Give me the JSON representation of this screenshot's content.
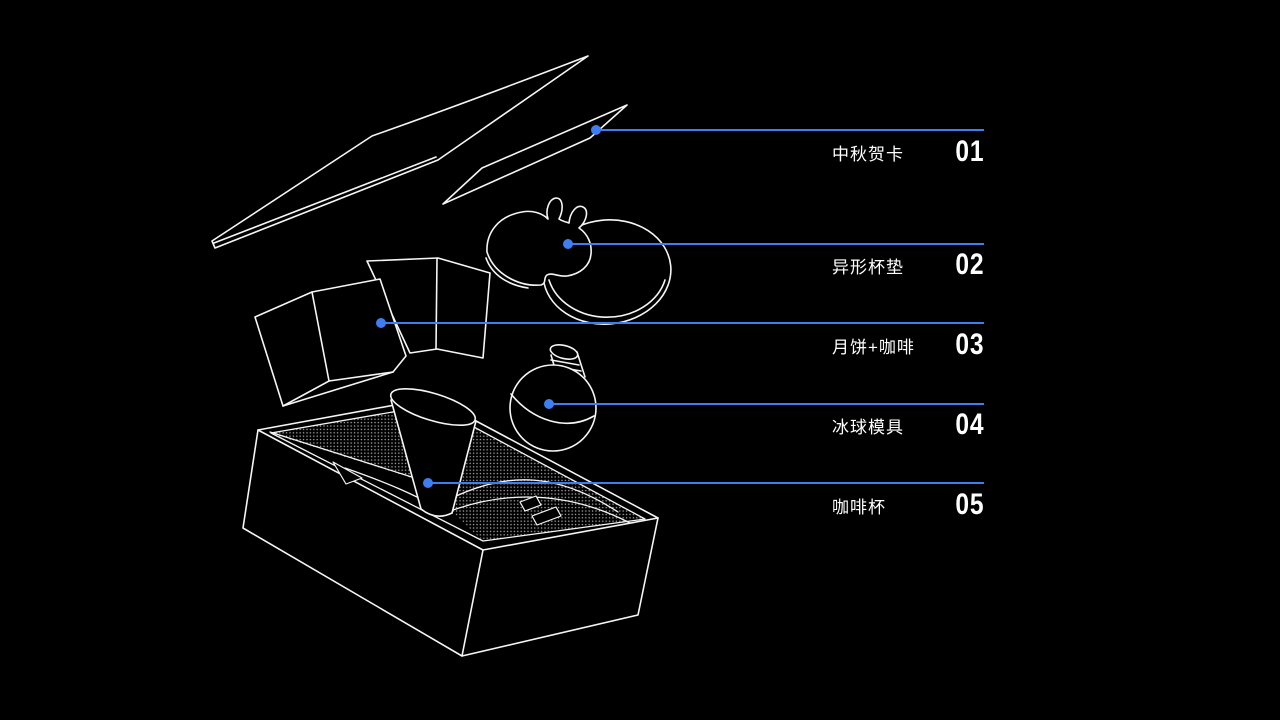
{
  "slide": {
    "title_visible": false,
    "background": "#000000"
  },
  "colors": {
    "background": "#000000",
    "line": "#F5F5F5",
    "accent_blue": "#3F7EF0",
    "text": "#FFFFFF"
  },
  "items": [
    {
      "num": "01",
      "label": "中秋贺卡"
    },
    {
      "num": "02",
      "label": "异形杯垫"
    },
    {
      "num": "03",
      "label": "月饼+咖啡"
    },
    {
      "num": "04",
      "label": "冰球模具"
    },
    {
      "num": "05",
      "label": "咖啡杯"
    }
  ],
  "illustration": {
    "type": "exploded-view wireframe of a Mid-Autumn gift box",
    "parts": [
      "gift-box-lid",
      "greeting-card",
      "rabbit-coaster",
      "round-coaster",
      "mooncake-box",
      "coffee-box",
      "ice-ball-mold",
      "gift-box-base",
      "coffee-cup"
    ]
  }
}
